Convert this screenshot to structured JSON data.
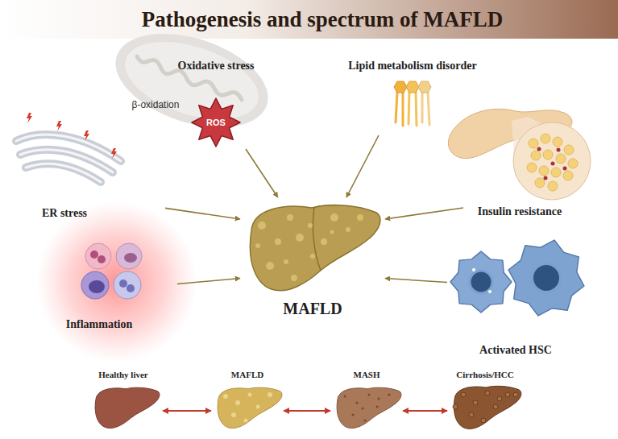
{
  "diagram": {
    "title": "Pathogenesis and spectrum of MAFLD",
    "nodes": [
      {
        "text": [
          "Oxidative stress",
          "β-oxidation",
          "ROS"
        ]
      },
      {
        "text": [
          "Lipid metabolism disorder"
        ]
      },
      {
        "text": [
          "ER stress"
        ]
      },
      {
        "text": [
          "Insulin resistance"
        ]
      },
      {
        "text": [
          "MAFLD"
        ]
      },
      {
        "text": [
          "Inflammation"
        ]
      },
      {
        "text": [
          "Activated HSC"
        ]
      },
      {
        "text": [
          "Healthy liver"
        ]
      },
      {
        "text": [
          "MAFLD"
        ]
      },
      {
        "text": [
          "MASH"
        ]
      },
      {
        "text": [
          "Cirrhosis/HCC"
        ]
      }
    ],
    "edges": [
      {
        "from": 0,
        "to": 4,
        "arrow": "to"
      },
      {
        "from": 1,
        "to": 4,
        "arrow": "to"
      },
      {
        "from": 2,
        "to": 4,
        "arrow": "to"
      },
      {
        "from": 3,
        "to": 4,
        "arrow": "to"
      },
      {
        "from": 5,
        "to": 4,
        "arrow": "to"
      },
      {
        "from": 6,
        "to": 4,
        "arrow": "to"
      },
      {
        "from": 7,
        "to": 8,
        "arrow": "both"
      },
      {
        "from": 8,
        "to": 9,
        "arrow": "both"
      },
      {
        "from": 9,
        "to": 10,
        "arrow": "both"
      }
    ]
  }
}
